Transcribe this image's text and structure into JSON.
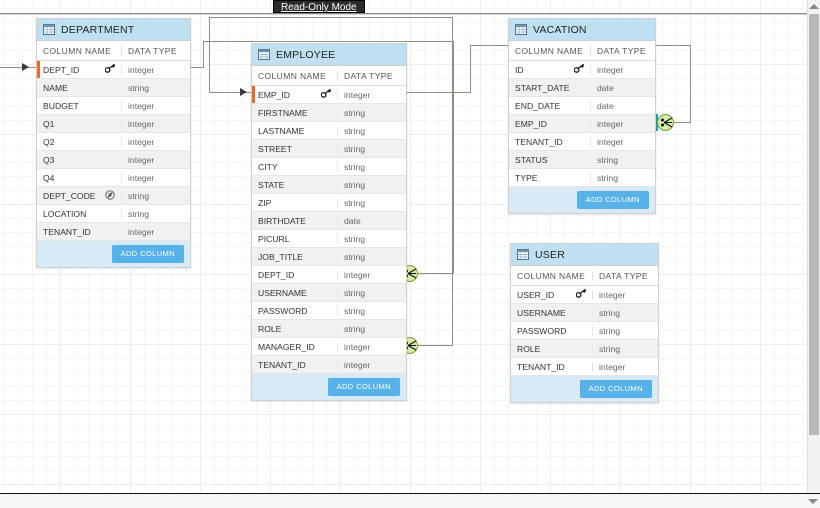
{
  "banner": {
    "label": "Read-Only Mode"
  },
  "labels": {
    "column_name": "COLUMN NAME",
    "data_type": "DATA TYPE",
    "add_column": "ADD COLUMN"
  },
  "colors": {
    "title_bar": "#bfe0f0",
    "footer_bar": "#d7eaf6",
    "add_button": "#56b2e8",
    "pk_marker": "#f26722",
    "connector_line": "#8f8f80",
    "endpoint_tick": "#18a79a",
    "endpoint_circle": "#d6e9a0",
    "alt_row": "#f1f1f1"
  },
  "tables": [
    {
      "name": "DEPARTMENT",
      "columns": [
        {
          "name": "DEPT_ID",
          "type": "integer",
          "icon": "key-icon",
          "pk": true
        },
        {
          "name": "NAME",
          "type": "string",
          "icon": "",
          "pk": false
        },
        {
          "name": "BUDGET",
          "type": "integer",
          "icon": "",
          "pk": false
        },
        {
          "name": "Q1",
          "type": "integer",
          "icon": "",
          "pk": false
        },
        {
          "name": "Q2",
          "type": "integer",
          "icon": "",
          "pk": false
        },
        {
          "name": "Q3",
          "type": "integer",
          "icon": "",
          "pk": false
        },
        {
          "name": "Q4",
          "type": "integer",
          "icon": "",
          "pk": false
        },
        {
          "name": "DEPT_CODE",
          "type": "string",
          "icon": "unique-index-icon",
          "pk": false
        },
        {
          "name": "LOCATION",
          "type": "string",
          "icon": "",
          "pk": false
        },
        {
          "name": "TENANT_ID",
          "type": "integer",
          "icon": "",
          "pk": false
        }
      ]
    },
    {
      "name": "EMPLOYEE",
      "columns": [
        {
          "name": "EMP_ID",
          "type": "integer",
          "icon": "key-icon",
          "pk": true
        },
        {
          "name": "FIRSTNAME",
          "type": "string",
          "icon": "",
          "pk": false
        },
        {
          "name": "LASTNAME",
          "type": "string",
          "icon": "",
          "pk": false
        },
        {
          "name": "STREET",
          "type": "string",
          "icon": "",
          "pk": false
        },
        {
          "name": "CITY",
          "type": "string",
          "icon": "",
          "pk": false
        },
        {
          "name": "STATE",
          "type": "string",
          "icon": "",
          "pk": false
        },
        {
          "name": "ZIP",
          "type": "string",
          "icon": "",
          "pk": false
        },
        {
          "name": "BIRTHDATE",
          "type": "date",
          "icon": "",
          "pk": false
        },
        {
          "name": "PICURL",
          "type": "string",
          "icon": "",
          "pk": false
        },
        {
          "name": "JOB_TITLE",
          "type": "string",
          "icon": "",
          "pk": false
        },
        {
          "name": "DEPT_ID",
          "type": "integer",
          "icon": "",
          "pk": false
        },
        {
          "name": "USERNAME",
          "type": "string",
          "icon": "",
          "pk": false
        },
        {
          "name": "PASSWORD",
          "type": "string",
          "icon": "",
          "pk": false
        },
        {
          "name": "ROLE",
          "type": "string",
          "icon": "",
          "pk": false
        },
        {
          "name": "MANAGER_ID",
          "type": "integer",
          "icon": "",
          "pk": false
        },
        {
          "name": "TENANT_ID",
          "type": "integer",
          "icon": "",
          "pk": false
        }
      ]
    },
    {
      "name": "VACATION",
      "columns": [
        {
          "name": "ID",
          "type": "integer",
          "icon": "key-icon",
          "pk": false
        },
        {
          "name": "START_DATE",
          "type": "date",
          "icon": "",
          "pk": false
        },
        {
          "name": "END_DATE",
          "type": "date",
          "icon": "",
          "pk": false
        },
        {
          "name": "EMP_ID",
          "type": "integer",
          "icon": "",
          "pk": false
        },
        {
          "name": "TENANT_ID",
          "type": "integer",
          "icon": "",
          "pk": false
        },
        {
          "name": "STATUS",
          "type": "string",
          "icon": "",
          "pk": false
        },
        {
          "name": "TYPE",
          "type": "string",
          "icon": "",
          "pk": false
        }
      ]
    },
    {
      "name": "USER",
      "columns": [
        {
          "name": "USER_ID",
          "type": "integer",
          "icon": "key-icon",
          "pk": false
        },
        {
          "name": "USERNAME",
          "type": "string",
          "icon": "",
          "pk": false
        },
        {
          "name": "PASSWORD",
          "type": "string",
          "icon": "",
          "pk": false
        },
        {
          "name": "ROLE",
          "type": "string",
          "icon": "",
          "pk": false
        },
        {
          "name": "TENANT_ID",
          "type": "integer",
          "icon": "",
          "pk": false
        }
      ]
    }
  ],
  "relationships": [
    {
      "from_table": "EMPLOYEE",
      "from_column": "DEPT_ID",
      "to_table": "DEPARTMENT",
      "to_column": "DEPT_ID"
    },
    {
      "from_table": "EMPLOYEE",
      "from_column": "MANAGER_ID",
      "to_table": "EMPLOYEE",
      "to_column": "EMP_ID"
    },
    {
      "from_table": "VACATION",
      "from_column": "EMP_ID",
      "to_table": "EMPLOYEE",
      "to_column": "EMP_ID"
    }
  ]
}
